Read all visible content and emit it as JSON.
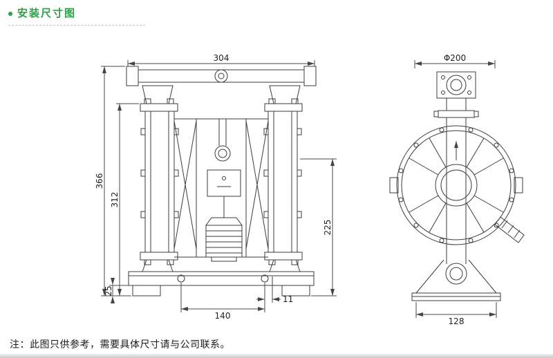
{
  "header": {
    "title": "安装尺寸图"
  },
  "note": "注：此图只供参考，需要具体尺寸请与公司联系。",
  "colors": {
    "accent_green": "#2e9e48",
    "drawing_line": "#3b3b3b"
  },
  "front_view": {
    "dim_width_top": "304",
    "dim_height_total": "366",
    "dim_height_inner": "312",
    "dim_height_right": "225",
    "dim_foot_height": "25",
    "dim_port_span": "140",
    "dim_offset": "11"
  },
  "side_view": {
    "dim_diameter": "Φ200",
    "dim_base_width": "128"
  }
}
